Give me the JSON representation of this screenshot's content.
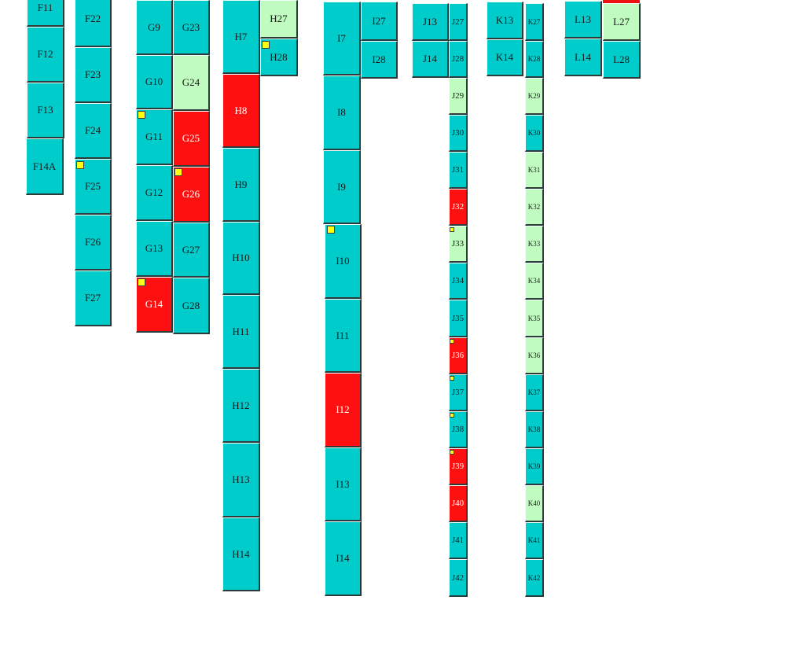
{
  "status_colors": {
    "available": "#00cccc",
    "light": "#c0fcc0",
    "occupied": "#ff1010",
    "flag": "#ffff10"
  },
  "slots": {
    "F11": "F11",
    "F12": "F12",
    "F13": "F13",
    "F14A": "F14A",
    "F22": "F22",
    "F23": "F23",
    "F24": "F24",
    "F25": "F25",
    "F26": "F26",
    "F27": "F27",
    "G9": "G9",
    "G10": "G10",
    "G11": "G11",
    "G12": "G12",
    "G13": "G13",
    "G14": "G14",
    "G23": "G23",
    "G24": "G24",
    "G25": "G25",
    "G26": "G26",
    "G27": "G27",
    "G28": "G28",
    "H7": "H7",
    "H8": "H8",
    "H9": "H9",
    "H10": "H10",
    "H11": "H11",
    "H12": "H12",
    "H13": "H13",
    "H14": "H14",
    "H27": "H27",
    "H28": "H28",
    "I7": "I7",
    "I8": "I8",
    "I9": "I9",
    "I10": "I10",
    "I11": "I11",
    "I12": "I12",
    "I13": "I13",
    "I14": "I14",
    "I27": "I27",
    "I28": "I28",
    "J13": "J13",
    "J14": "J14",
    "J27": "J27",
    "J28": "J28",
    "J29": "J29",
    "J30": "J30",
    "J31": "J31",
    "J32": "J32",
    "J33": "J33",
    "J34": "J34",
    "J35": "J35",
    "J36": "J36",
    "J37": "J37",
    "J38": "J38",
    "J39": "J39",
    "J40": "J40",
    "J41": "J41",
    "J42": "J42",
    "K13": "K13",
    "K14": "K14",
    "K27": "K27",
    "K28": "K28",
    "K29": "K29",
    "K30": "K30",
    "K31": "K31",
    "K32": "K32",
    "K33": "K33",
    "K34": "K34",
    "K35": "K35",
    "K36": "K36",
    "K37": "K37",
    "K38": "K38",
    "K39": "K39",
    "K40": "K40",
    "K41": "K41",
    "K42": "K42",
    "L13": "L13",
    "L14": "L14",
    "L27": "L27",
    "L28": "L28"
  }
}
